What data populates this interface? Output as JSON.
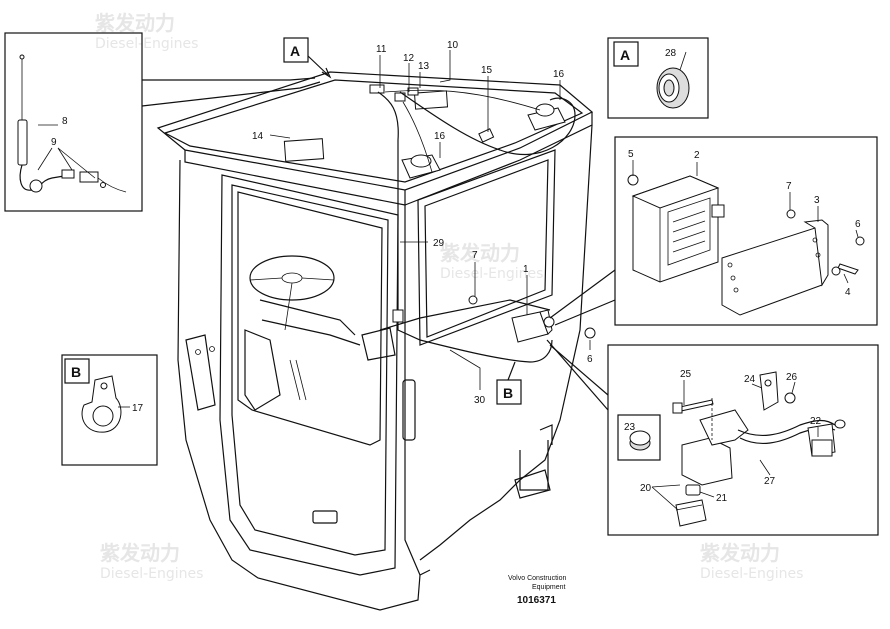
{
  "watermark": {
    "brand_cn": "紫发动力",
    "brand_en": "Diesel-Engines"
  },
  "credit": {
    "line1": "Volvo Construction",
    "line2": "Equipment"
  },
  "part_number": "1016371",
  "view_labels": {
    "a_main": "A",
    "a_detail": "A",
    "b_main": "B",
    "b_detail": "B"
  },
  "callouts": {
    "c1": "1",
    "c2": "2",
    "c3": "3",
    "c4": "4",
    "c5": "5",
    "c6a": "6",
    "c6b": "6",
    "c7a": "7",
    "c7b": "7",
    "c8": "8",
    "c9": "9",
    "c10": "10",
    "c11": "11",
    "c12": "12",
    "c13": "13",
    "c14": "14",
    "c15": "15",
    "c16a": "16",
    "c16b": "16",
    "c17": "17",
    "c20": "20",
    "c21": "21",
    "c22": "22",
    "c23": "23",
    "c24": "24",
    "c25": "25",
    "c26": "26",
    "c27": "27",
    "c28": "28",
    "c29": "29",
    "c30": "30"
  }
}
